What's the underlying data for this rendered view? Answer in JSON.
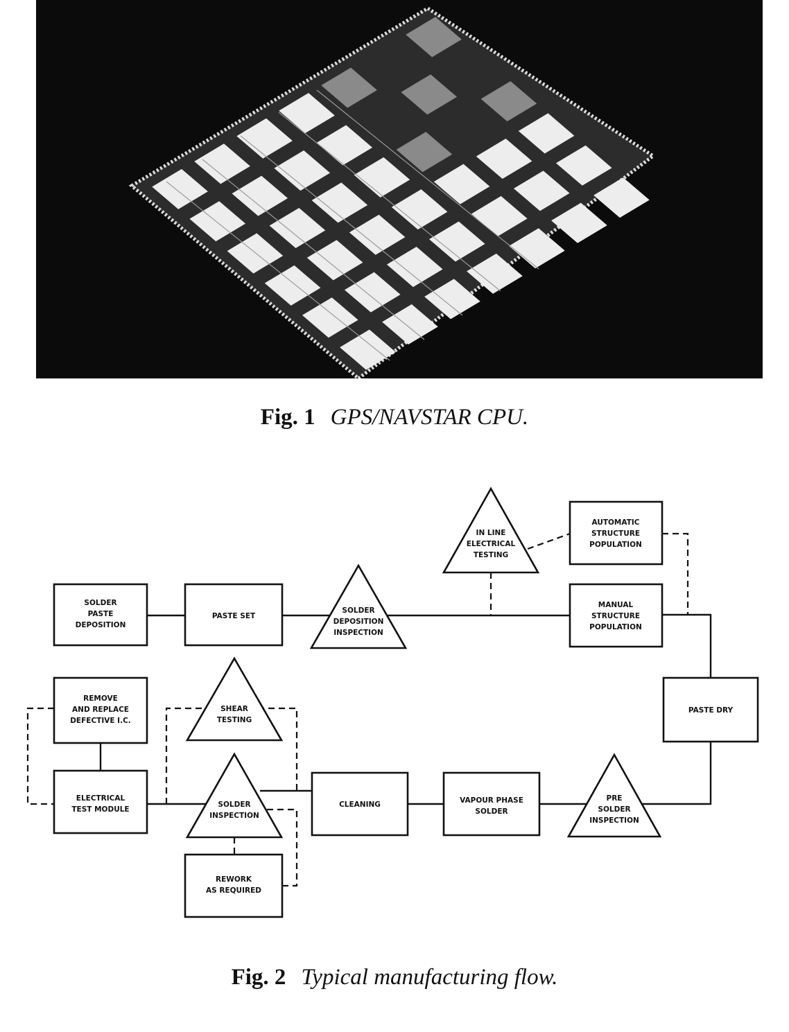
{
  "figure1": {
    "number": "Fig. 1",
    "caption": "GPS/NAVSTAR CPU."
  },
  "figure2": {
    "number": "Fig. 2",
    "caption": "Typical manufacturing flow.",
    "nodes": {
      "solder_paste_deposition": [
        "SOLDER",
        "PASTE",
        "DEPOSITION"
      ],
      "paste_set": [
        "PASTE SET"
      ],
      "solder_deposition_inspection": [
        "SOLDER",
        "DEPOSITION",
        "INSPECTION"
      ],
      "in_line_electrical_testing": [
        "IN LINE",
        "ELECTRICAL",
        "TESTING"
      ],
      "automatic_structure_population": [
        "AUTOMATIC",
        "STRUCTURE",
        "POPULATION"
      ],
      "manual_structure_population": [
        "MANUAL",
        "STRUCTURE",
        "POPULATION"
      ],
      "paste_dry": [
        "PASTE DRY"
      ],
      "pre_solder_inspection": [
        "PRE",
        "SOLDER",
        "INSPECTION"
      ],
      "vapour_phase_solder": [
        "VAPOUR PHASE",
        "SOLDER"
      ],
      "cleaning": [
        "CLEANING"
      ],
      "solder_inspection": [
        "SOLDER",
        "INSPECTION"
      ],
      "shear_testing": [
        "SHEAR",
        "TESTING"
      ],
      "rework_as_required": [
        "REWORK",
        "AS REQUIRED"
      ],
      "electrical_test_module": [
        "ELECTRICAL",
        "TEST MODULE"
      ],
      "remove_and_replace": [
        "REMOVE",
        "AND REPLACE",
        "DEFECTIVE I.C."
      ]
    }
  }
}
